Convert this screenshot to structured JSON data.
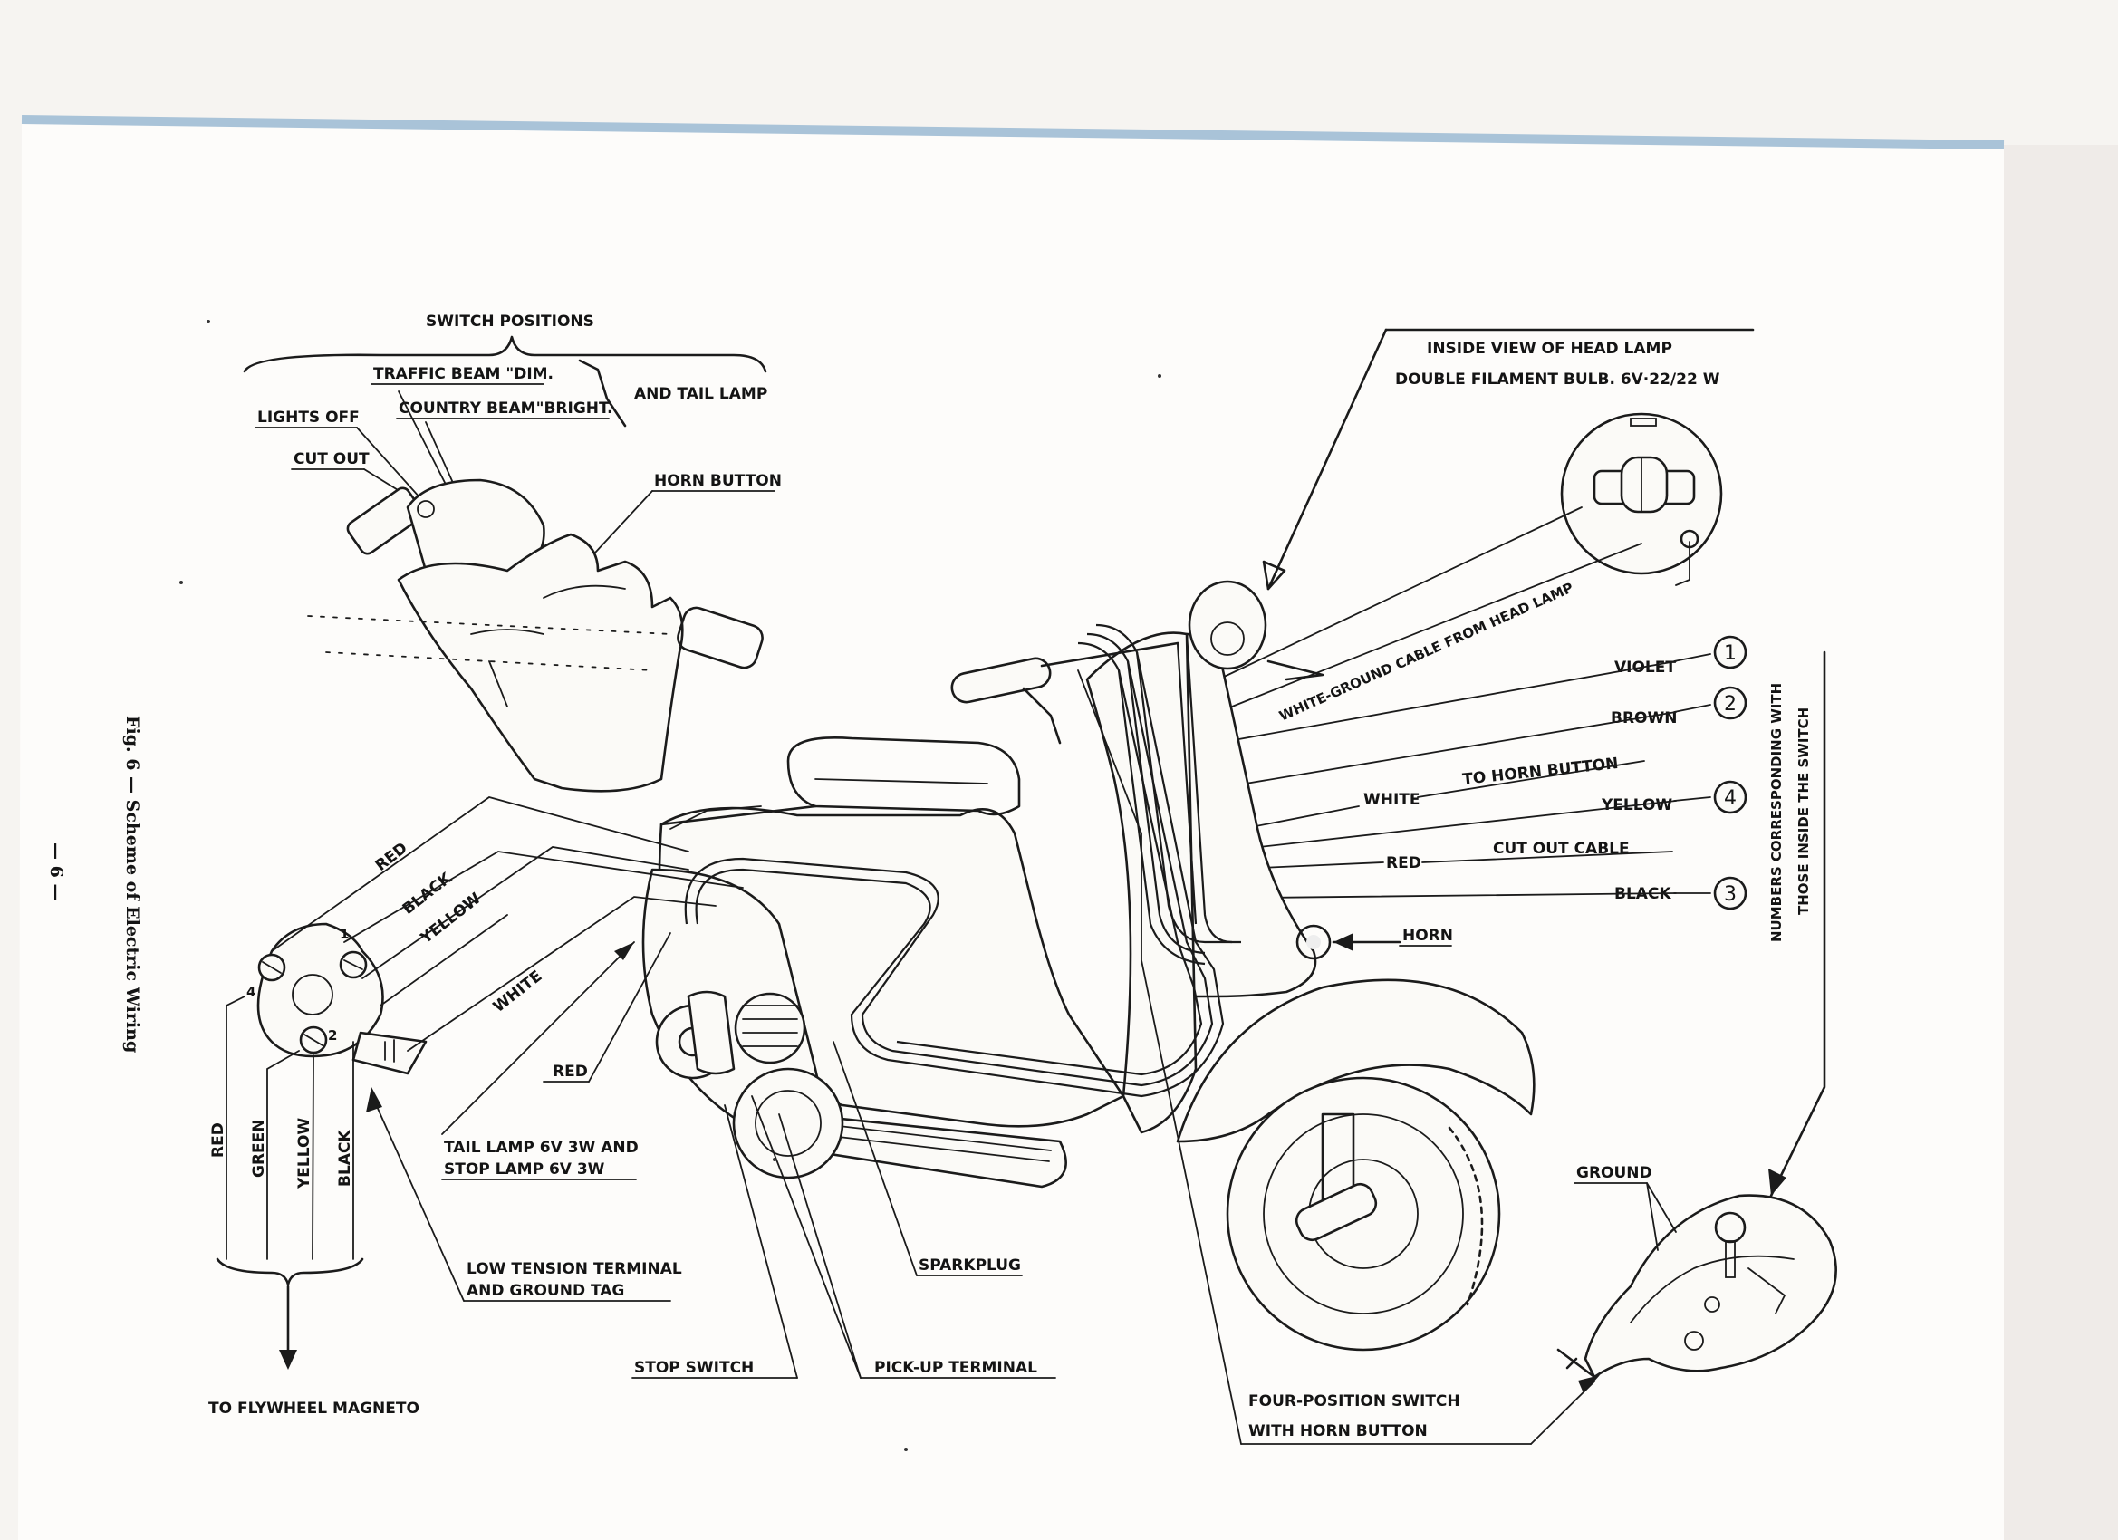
{
  "figure": {
    "caption": "Fig. 6 — Scheme of Electric Wiring",
    "page_number": "— 6 —"
  },
  "switch_positions": {
    "title": "SWITCH POSITIONS",
    "traffic_beam": "TRAFFIC BEAM \"DIM.",
    "country_beam": "COUNTRY BEAM\"BRIGHT.",
    "and_tail_lamp": "AND TAIL LAMP",
    "lights_off": "LIGHTS OFF",
    "cut_out": "CUT OUT",
    "horn_button": "HORN BUTTON"
  },
  "head_lamp": {
    "line1": "INSIDE VIEW OF HEAD LAMP",
    "line2": "DOUBLE FILAMENT BULB. 6V·22/22 W",
    "ground_cable": "WHITE-GROUND CABLE FROM HEAD LAMP"
  },
  "right_wires": [
    {
      "label": "VIOLET",
      "num": "1"
    },
    {
      "label": "BROWN",
      "num": "2"
    },
    {
      "label": "WHITE",
      "extra": "TO HORN BUTTON"
    },
    {
      "label": "YELLOW",
      "num": "4"
    },
    {
      "label": "RED",
      "extra": "CUT OUT CABLE"
    },
    {
      "label": "BLACK",
      "num": "3"
    }
  ],
  "horn": "HORN",
  "numbers_note": {
    "line1": "NUMBERS CORRESPONDING WITH",
    "line2": "THOSE INSIDE THE SWITCH"
  },
  "ground": "GROUND",
  "four_position": {
    "line1": "FOUR-POSITION SWITCH",
    "line2": "WITH HORN BUTTON"
  },
  "magneto_wires": {
    "red": "RED",
    "black": "BLACK",
    "yellow": "YELLOW",
    "white": "WHITE",
    "red2": "RED"
  },
  "bottom_wires": [
    "RED",
    "GREEN",
    "YELLOW",
    "BLACK"
  ],
  "flywheel": "TO FLYWHEEL MAGNETO",
  "tail_lamp": {
    "line1": "TAIL LAMP 6V 3W AND",
    "line2": "STOP LAMP 6V 3W"
  },
  "low_tension": {
    "line1": "LOW TENSION TERMINAL",
    "line2": "AND GROUND TAG"
  },
  "sparkplug": "SPARKPLUG",
  "stop_switch": "STOP SWITCH",
  "pickup": "PICK-UP TERMINAL"
}
